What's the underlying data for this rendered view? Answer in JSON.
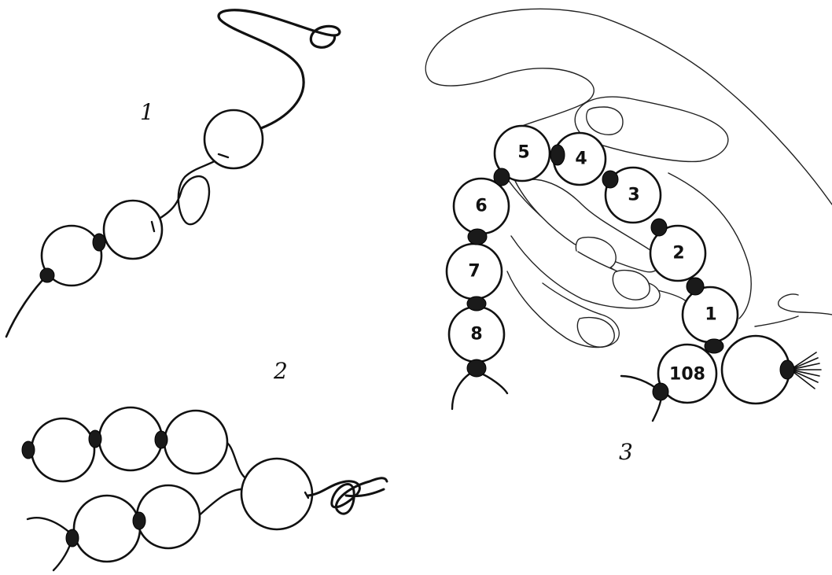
{
  "figures": [
    {
      "id": "figure-1",
      "label": "1"
    },
    {
      "id": "figure-2",
      "label": "2"
    },
    {
      "id": "figure-3",
      "label": "3"
    }
  ],
  "bead_numbers": [
    "5",
    "4",
    "3",
    "2",
    "1",
    "6",
    "7",
    "8",
    "108"
  ]
}
